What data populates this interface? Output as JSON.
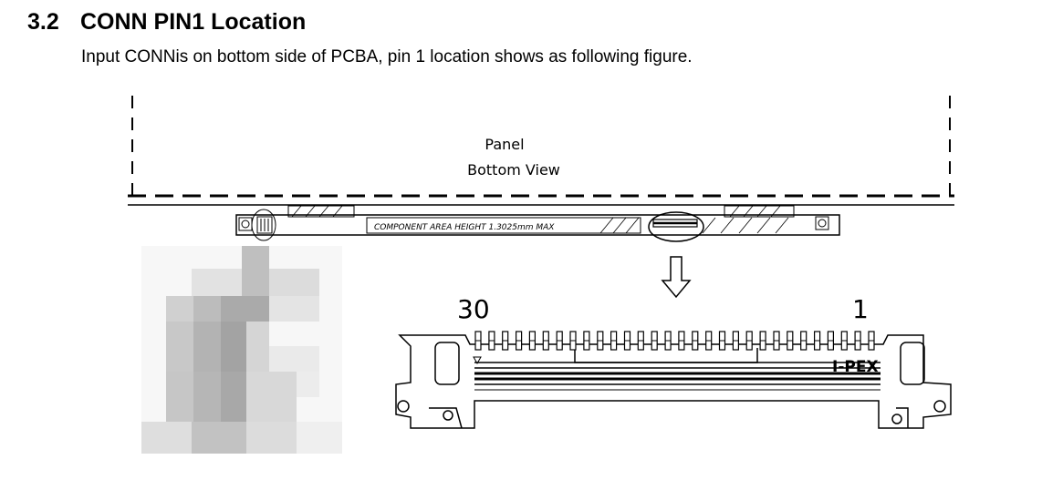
{
  "section": {
    "number": "3.2",
    "title": "CONN PIN1 Location",
    "body": "Input CONNis on bottom side of PCBA, pin 1 location shows as following figure."
  },
  "figure": {
    "panel_label_line1": "Panel",
    "panel_label_line2": "Bottom View",
    "component_area_note": "COMPONENT AREA HEIGHT 1.3025mm MAX",
    "pin_left_number": "30",
    "pin_right_number": "1",
    "brand_mark": "I-PEX",
    "pin_count": 30
  }
}
